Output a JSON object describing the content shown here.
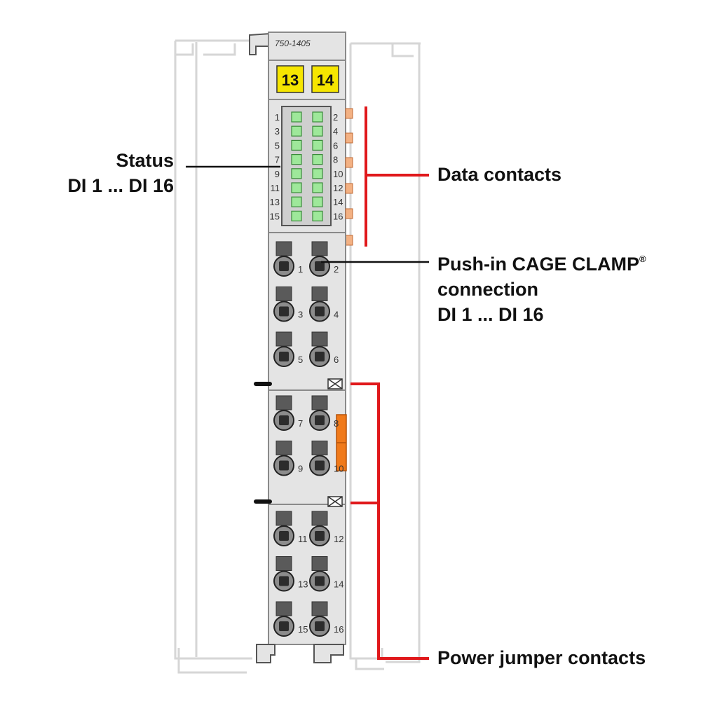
{
  "module": {
    "model": "750-1405",
    "marker_left": "13",
    "marker_right": "14"
  },
  "led_labels_left": [
    "1",
    "3",
    "5",
    "7",
    "9",
    "11",
    "13",
    "15"
  ],
  "led_labels_right": [
    "2",
    "4",
    "6",
    "8",
    "10",
    "12",
    "14",
    "16"
  ],
  "terminal_labels": {
    "block1": [
      [
        "1",
        "2"
      ],
      [
        "3",
        "4"
      ],
      [
        "5",
        "6"
      ]
    ],
    "block2": [
      [
        "7",
        "8"
      ],
      [
        "9",
        "10"
      ]
    ],
    "block3": [
      [
        "11",
        "12"
      ],
      [
        "13",
        "14"
      ],
      [
        "15",
        "16"
      ]
    ]
  },
  "callouts": {
    "status_line1": "Status",
    "status_line2": "DI 1 ... DI 16",
    "data_contacts": "Data contacts",
    "pushin_line1": "Push-in CAGE CLAMP",
    "pushin_reg": "®",
    "pushin_line2": "connection",
    "pushin_line3": "DI 1 ... DI 16",
    "power_jumper": "Power jumper contacts"
  },
  "colors": {
    "housing": "#e4e4e4",
    "outline": "#8a8a8a",
    "marker_yellow": "#f6e600",
    "led_green": "#9ee89a",
    "contact_orange": "#f3b183",
    "jumper_orange": "#f07a1a",
    "callout_red": "#e0181b",
    "ghost_outline": "#d6d6d6"
  }
}
